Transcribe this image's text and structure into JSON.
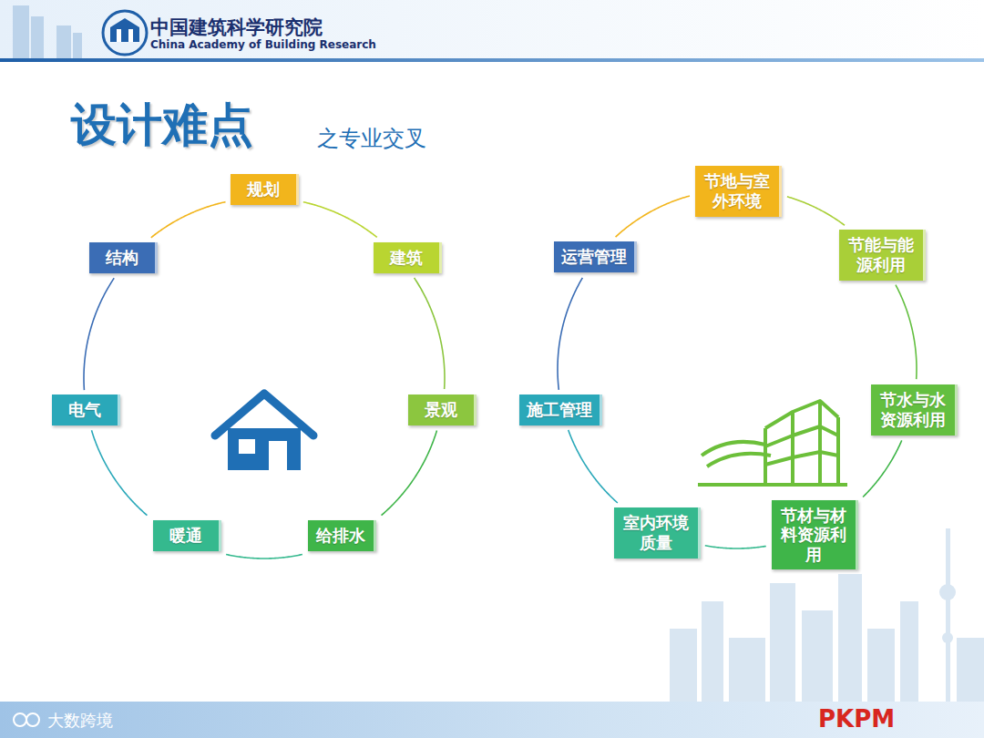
{
  "diagram": {
    "title": "设计难点",
    "nodes": [
      {
        "text": [
          "规划"
        ]
      },
      {
        "text": [
          "建筑"
        ]
      },
      {
        "text": [
          "景观"
        ]
      },
      {
        "text": [
          "给排水"
        ]
      },
      {
        "text": [
          "暖通"
        ]
      },
      {
        "text": [
          "电气"
        ]
      },
      {
        "text": [
          "结构"
        ]
      },
      {
        "text": [
          "节地与室外环境"
        ]
      },
      {
        "text": [
          "节能与能源利用"
        ]
      },
      {
        "text": [
          "节水与水资源利用"
        ]
      },
      {
        "text": [
          "节材与材料资源利用"
        ]
      },
      {
        "text": [
          "室内环境质量"
        ]
      },
      {
        "text": [
          "施工管理"
        ]
      },
      {
        "text": [
          "运营管理"
        ]
      }
    ],
    "edges": [
      {
        "from": 0,
        "to": 1,
        "arrow": "none"
      },
      {
        "from": 1,
        "to": 2,
        "arrow": "none"
      },
      {
        "from": 2,
        "to": 3,
        "arrow": "none"
      },
      {
        "from": 3,
        "to": 4,
        "arrow": "none"
      },
      {
        "from": 4,
        "to": 5,
        "arrow": "none"
      },
      {
        "from": 5,
        "to": 6,
        "arrow": "none"
      },
      {
        "from": 6,
        "to": 0,
        "arrow": "none"
      },
      {
        "from": 7,
        "to": 8,
        "arrow": "none"
      },
      {
        "from": 8,
        "to": 9,
        "arrow": "none"
      },
      {
        "from": 9,
        "to": 10,
        "arrow": "none"
      },
      {
        "from": 10,
        "to": 11,
        "arrow": "none"
      },
      {
        "from": 11,
        "to": 12,
        "arrow": "none"
      },
      {
        "from": 12,
        "to": 13,
        "arrow": "none"
      },
      {
        "from": 13,
        "to": 7,
        "arrow": "none"
      }
    ],
    "labels": [
      "中国建筑科学研究院",
      "China Academy of Building Research",
      "之专业交叉",
      "大数跨境",
      "PKPM"
    ]
  }
}
